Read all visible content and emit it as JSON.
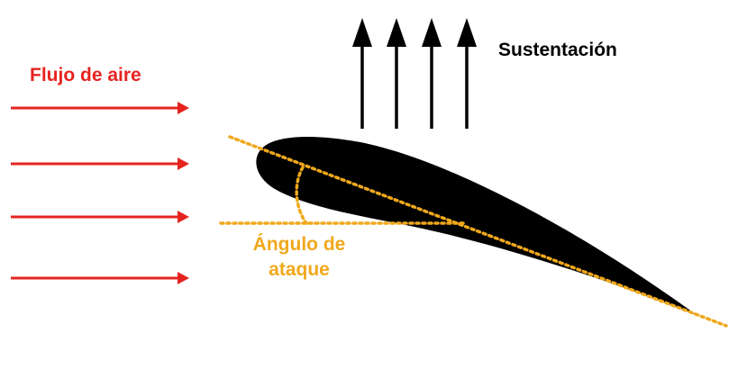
{
  "labels": {
    "airflow": "Flujo de aire",
    "lift": "Sustentación",
    "angle_line1": "Ángulo de",
    "angle_line2": "ataque"
  },
  "colors": {
    "airflow": "#e52420",
    "angle": "#f0a81c",
    "lift": "#000000",
    "airfoil": "#000000",
    "text": "#000000"
  },
  "icons": {
    "airflow_arrows": "arrow-right-icon",
    "lift_arrows": "arrow-up-icon"
  }
}
